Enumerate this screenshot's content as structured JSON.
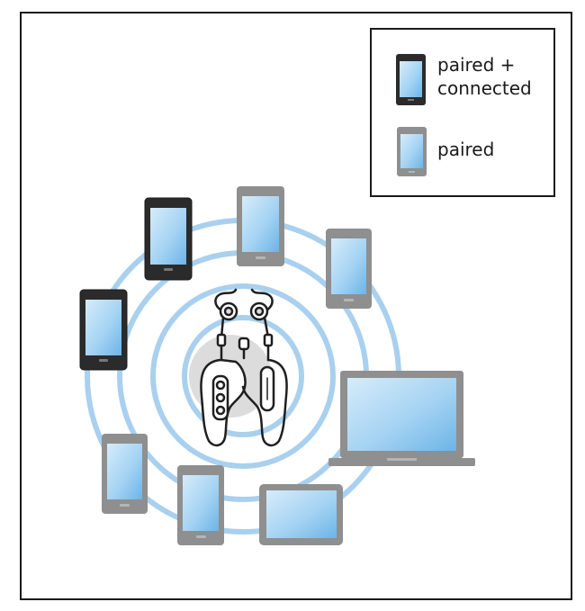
{
  "legend": {
    "connected_label_line1": "paired +",
    "connected_label_line2": "connected",
    "paired_label": "paired"
  },
  "colors": {
    "border": "#1a1a1a",
    "ring": "#a9d0ee",
    "hub": "#dcdcdc",
    "screen_light": "#cfe7f8",
    "screen_mid": "#9fd0f2",
    "screen_dark": "#6fb6e8",
    "device_connected": "#2b2b2b",
    "device_paired": "#8f8f8f",
    "headset_stroke": "#1f1f1f"
  },
  "icons": {
    "connected_device": "smartphone-icon",
    "paired_device": "smartphone-icon",
    "laptop": "laptop-icon",
    "tablet": "tablet-icon",
    "headset": "earbuds-icon"
  }
}
